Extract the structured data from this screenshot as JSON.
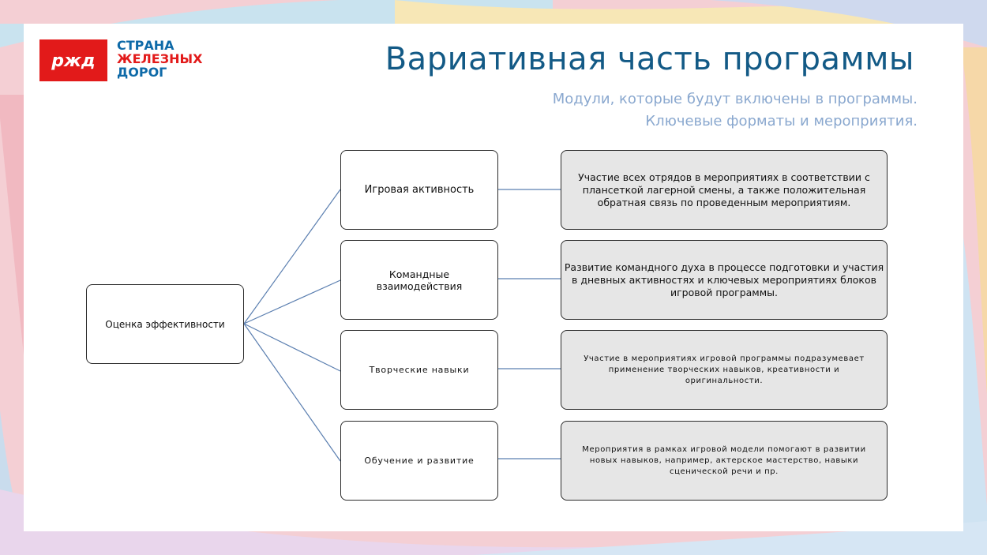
{
  "logo": {
    "line1": "СТРАНА",
    "line2": "ЖЕЛЕЗНЫХ",
    "line3": "ДОРОГ",
    "mark": "РЖД"
  },
  "title": "Вариативная часть программы",
  "subtitle": {
    "line1": "Модули, которые будут включены в программы.",
    "line2": "Ключевые форматы и мероприятия."
  },
  "root": "Оценка эффективности",
  "branches": [
    {
      "label": "Игровая активность",
      "detail": "Участие всех отрядов в мероприятиях в соответствии с плансеткой лагерной смены, а также положительная обратная связь по проведенным мероприятиям."
    },
    {
      "label": "Командные взаимодействия",
      "detail": "Развитие командного духа в процессе подготовки и участия в дневных активностях и ключевых мероприятиях блоков игровой программы."
    },
    {
      "label": "Творческие навыки",
      "detail": "Участие в мероприятиях игровой программы подразумевает применение творческих навыков, креативности и оригинальности."
    },
    {
      "label": "Обучение и развитие",
      "detail": "Мероприятия в рамках игровой модели помогают в развитии новых навыков, например, актерское мастерство, навыки сценической речи и пр."
    }
  ],
  "colors": {
    "accent_red": "#e21a1a",
    "title_blue": "#135a86",
    "subtitle_blue": "#8aa8cf",
    "line": "#5b7fb0"
  }
}
